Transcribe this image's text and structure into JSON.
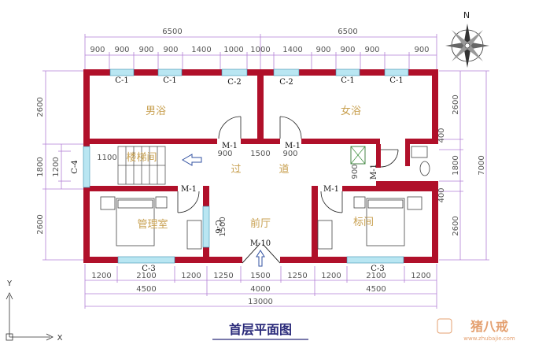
{
  "title": "首层平面图",
  "compass": {
    "north_label": "N"
  },
  "axis_labels": {
    "y": "Y",
    "x": "X"
  },
  "dimensions": {
    "top_overall": [
      "6500",
      "6500"
    ],
    "top_segments": [
      "900",
      "900",
      "900",
      "900",
      "1400",
      "1000",
      "1000",
      "1400",
      "900",
      "900",
      "900",
      "900"
    ],
    "bottom_segments": [
      "1200",
      "2100",
      "1200",
      "1250",
      "1500",
      "1250",
      "1200",
      "2100",
      "1200"
    ],
    "bottom_groups": [
      "4500",
      "4000",
      "4500"
    ],
    "bottom_overall": "13000",
    "left_outer": [
      "2600",
      "1800",
      "2600"
    ],
    "left_inner": "1200",
    "right_inner": [
      "2600",
      "400",
      "1800",
      "400",
      "2600"
    ],
    "right_overall": "7000",
    "interior": {
      "stair_width": "1100",
      "door_gap": "1500",
      "bath_door_left": "900",
      "bath_door_right": "900",
      "tel_door": "900",
      "window_side": "1500"
    }
  },
  "rooms": {
    "men_bath": "男浴",
    "women_bath": "女浴",
    "corridor_1": "过",
    "corridor_2": "道",
    "office": "管理室",
    "hall": "前厅",
    "standard": "标间",
    "stair": "楼梯间"
  },
  "doors": {
    "m1": "M-1",
    "m10": "M-10"
  },
  "windows": {
    "c1": "C-1",
    "c2": "C-2",
    "c3": "C-3",
    "c4": "C-4",
    "c6": "C-6"
  },
  "watermark": {
    "brand": "猪八戒",
    "url": "www.zhubajie.com"
  }
}
